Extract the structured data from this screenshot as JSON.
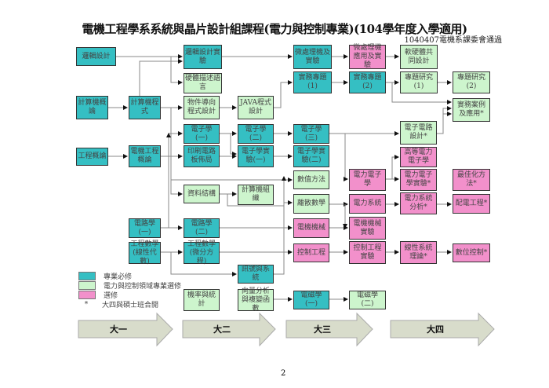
{
  "title": "電機工程學系系統與晶片設計組課程(電力與控制專業)(104學年度入學適用)",
  "approval": "1040407電機系課委會通過",
  "colors": {
    "required": "#35bfc3",
    "elective_domain": "#cdf5cd",
    "elective": "#f290cb"
  },
  "nodes": {
    "logic": "邏輯設計",
    "logiclab": "邏輯設計實驗",
    "hdl": "硬體描述語言",
    "mp": "微處理機及實驗",
    "mpapp": "微處理機應用及實驗",
    "hwsw": "軟硬體共同設計",
    "proj1": "實務專題(1)",
    "proj2": "實務專題(2)",
    "res1": "專題研究(1)",
    "res2": "專題研究(2)",
    "cs": "計算機概論",
    "prog": "計算機程式",
    "oop": "物件導向程式設計",
    "java": "JAVA程式設計",
    "case": "實務案例及應用*",
    "ecd": "電子電路設計*",
    "e1": "電子學(一)",
    "e2": "電子學(二)",
    "e3": "電子學(三)",
    "eng": "工程概論",
    "ee": "電機工程概論",
    "pcb": "印刷電路板佈局",
    "el1": "電子學實驗(一)",
    "el2": "電子學實驗(二)",
    "ape": "高等電力電子學",
    "num": "數值方法",
    "pe": "電力電子學",
    "pelab": "電力電子學實驗*",
    "opt": "最佳化方法*",
    "ds": "資料結構",
    "co": "計算機組織",
    "dm": "離散數學",
    "ps": "電力系統",
    "psa": "電力系統分析*",
    "dist": "配電工程*",
    "c1": "電路學(一)",
    "c2": "電路學(二)",
    "mach": "電機機械",
    "machlab": "電機機械實驗",
    "em1": "工程數學(線性代數)",
    "em2": "工程數學(微分方程)",
    "ctrl": "控制工程",
    "ctrllab": "控制工程實驗",
    "lin": "線性系統理論*",
    "dc": "數位控制*",
    "sig": "訊號與系統",
    "prob": "機率與統計",
    "vec": "向量分析與複變函數",
    "mag1": "電磁學(一)",
    "mag2": "電磁學(二)"
  },
  "legend": [
    {
      "label": "專業必修"
    },
    {
      "label": "電力與控制領域專業選修"
    },
    {
      "label": "選修"
    },
    {
      "symbol": "*",
      "label": "大四與碩士班合開"
    }
  ],
  "years": [
    "大一",
    "大二",
    "大三",
    "大四"
  ],
  "page_number": "2"
}
